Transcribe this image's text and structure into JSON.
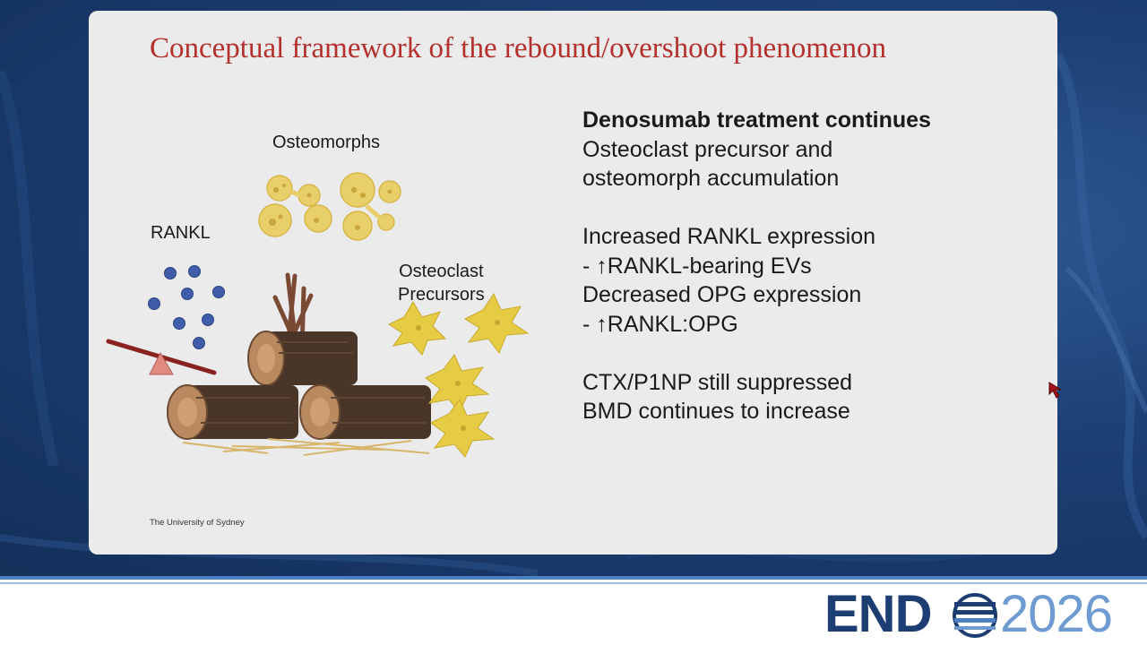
{
  "slide": {
    "title": "Conceptual framework of the rebound/overshoot phenomenon",
    "footer": "The University of Sydney"
  },
  "figure": {
    "label_osteomorphs": "Osteomorphs",
    "label_rankl": "RANKL",
    "label_osteoclast_line1": "Osteoclast",
    "label_osteoclast_line2": "Precursors"
  },
  "text_panel": {
    "heading": "Denosumab treatment continues",
    "lines": [
      "Osteoclast precursor and",
      "osteomorph accumulation",
      "",
      "Increased RANKL expression",
      "- ↑RANKL-bearing EVs",
      "Decreased OPG expression",
      "- ↑RANKL:OPG",
      "",
      "CTX/P1NP still suppressed",
      "BMD continues to increase"
    ]
  },
  "branding": {
    "logo_left": "END",
    "logo_right": "2026"
  },
  "colors": {
    "title": "#b3302d",
    "background_blue": "#1c3f74",
    "logo_dark": "#1d3e73",
    "logo_light": "#6e9bd1"
  }
}
